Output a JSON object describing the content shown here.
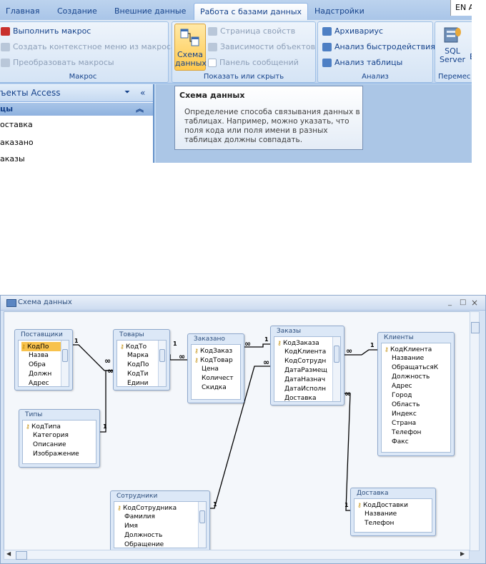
{
  "ribbon": {
    "tabs": [
      "Главная",
      "Создание",
      "Внешние данные",
      "Работа с базами данных",
      "Надстройки"
    ],
    "active_tab": "Работа с базами данных",
    "language": "EN A",
    "groups": {
      "macro": {
        "label": "Макрос",
        "items": [
          "Выполнить макрос",
          "Создать контекстное меню из макроса",
          "Преобразовать макросы"
        ]
      },
      "show_hide": {
        "label": "Показать или скрыть",
        "big_button": "Схема данных",
        "items": [
          "Страница свойств",
          "Зависимости объектов",
          "Панель сообщений"
        ]
      },
      "analysis": {
        "label": "Анализ",
        "items": [
          "Архивариус",
          "Анализ быстродействия",
          "Анализ таблицы"
        ]
      },
      "move": {
        "label": "Перемес",
        "big_button": "SQL Server",
        "extra": "E"
      }
    }
  },
  "nav_pane": {
    "header": "ъекты Access",
    "group": "цы",
    "items": [
      "оставка",
      "аказано",
      "аказы"
    ]
  },
  "tooltip": {
    "title": "Схема данных",
    "body": "Определение способа связывания данных в таблицах. Например, можно указать, что поля кода или поля имени в разных таблицах должны совпадать."
  },
  "schema_window": {
    "title": "Схема данных",
    "controls": [
      "_",
      "□",
      "×"
    ],
    "tables": [
      {
        "id": "postavshiki",
        "title": "Поставщики",
        "fields": [
          "КодПо",
          "Назва",
          "Обра",
          "Должн",
          "Адрес"
        ],
        "key": 0,
        "selected": 0,
        "scroll": true
      },
      {
        "id": "tovary",
        "title": "Товары",
        "fields": [
          "КодТо",
          "Марка",
          "КодПо",
          "КодТи",
          "Едини"
        ],
        "key": 0,
        "scroll": true
      },
      {
        "id": "zakazano",
        "title": "Заказано",
        "fields": [
          "КодЗаказ",
          "КодТовар",
          "Цена",
          "Количест",
          "Скидка"
        ],
        "key": [
          0,
          1
        ]
      },
      {
        "id": "zakazy",
        "title": "Заказы",
        "fields": [
          "КодЗаказа",
          "КодКлиента",
          "КодСотрудн",
          "ДатаРазмещ",
          "ДатаНазнач",
          "ДатаИсполн",
          "Доставка"
        ],
        "key": 0,
        "scroll": true
      },
      {
        "id": "klienty",
        "title": "Клиенты",
        "fields": [
          "КодКлиента",
          "Название",
          "ОбращатьсяК",
          "Должность",
          "Адрес",
          "Город",
          "Область",
          "Индекс",
          "Страна",
          "Телефон",
          "Факс"
        ],
        "key": 0
      },
      {
        "id": "tipy",
        "title": "Типы",
        "fields": [
          "КодТипа",
          "Категория",
          "Описание",
          "Изображение"
        ],
        "key": 0
      },
      {
        "id": "sotrudniki",
        "title": "Сотрудники",
        "fields": [
          "КодСотрудника",
          "Фамилия",
          "Имя",
          "Должность",
          "Обращение"
        ],
        "key": 0,
        "scroll": true
      },
      {
        "id": "dostavka",
        "title": "Доставка",
        "fields": [
          "КодДоставки",
          "Название",
          "Телефон"
        ],
        "key": 0
      }
    ],
    "relation_labels": {
      "one": "1",
      "many": "∞"
    }
  }
}
